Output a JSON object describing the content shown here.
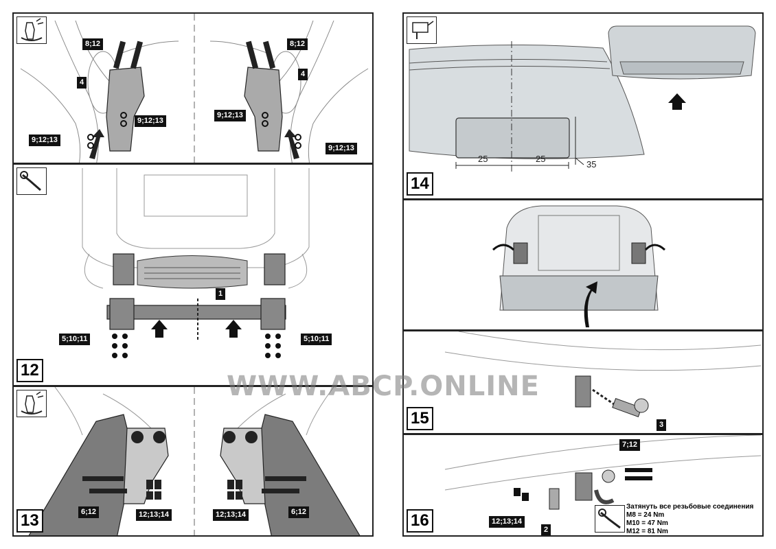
{
  "watermark": "WWW.ABCP.ONLINE",
  "panels": {
    "p11": {
      "tags": {
        "bolt_l": "8;12",
        "bolt_r": "8;12",
        "bracket_l": "4",
        "bracket_r": "4",
        "nut_l1": "9;12;13",
        "nut_l2": "9;12;13",
        "nut_r1": "9;12;13",
        "nut_r2": "9;12;13"
      }
    },
    "p12": {
      "number": "12",
      "tags": {
        "bar": "1",
        "left": "5;10;11",
        "right": "5;10;11"
      }
    },
    "p13": {
      "number": "13",
      "tags": {
        "l_bolt": "6;12",
        "l_nut": "12;13;14",
        "r_nut": "12;13;14",
        "r_bolt": "6;12"
      }
    },
    "p14": {
      "number": "14",
      "dims": {
        "a": "25",
        "b": "25",
        "c": "35"
      }
    },
    "p15": {
      "number": "15",
      "tags": {
        "ball": "3"
      }
    },
    "p16": {
      "number": "16",
      "tags": {
        "bolt": "7;12",
        "nut": "12;13;14",
        "plate": "2"
      },
      "torque": {
        "title": "Затянуть все резьбовые соединения",
        "m8": "M8 = 24 Nm",
        "m10": "M10 = 47 Nm",
        "m12": "M12 = 81 Nm"
      }
    }
  }
}
